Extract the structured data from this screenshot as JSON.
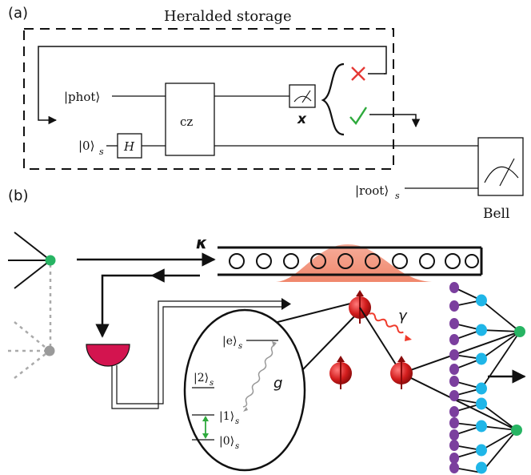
{
  "panel_a": {
    "label": "(a)",
    "title": "Heralded storage",
    "input_phot": "|phot⟩",
    "input_zero": "|0⟩",
    "input_zero_sub": "s",
    "hadamard": "H",
    "cz_gate": "cz",
    "measure_basis": "x",
    "root_state": "|root⟩",
    "root_sub": "s",
    "bell": "Bell",
    "colors": {
      "fail": "#e53935",
      "success": "#2eaa3c"
    }
  },
  "panel_b": {
    "label": "(b)",
    "kappa": "κ",
    "gamma": "γ",
    "coupling": "g",
    "level_e": "|e⟩",
    "level_2": "|2⟩",
    "level_1": "|1⟩",
    "level_0": "|0⟩",
    "sub": "s",
    "colors": {
      "photon_pulse": "#f08a70",
      "detector": "#d3144f",
      "qubit": "#d31d1d",
      "node_green": "#27b463",
      "node_cyan": "#1fb6e8",
      "node_purple": "#7b3f9e",
      "gray_node": "#9a9a9a"
    }
  }
}
